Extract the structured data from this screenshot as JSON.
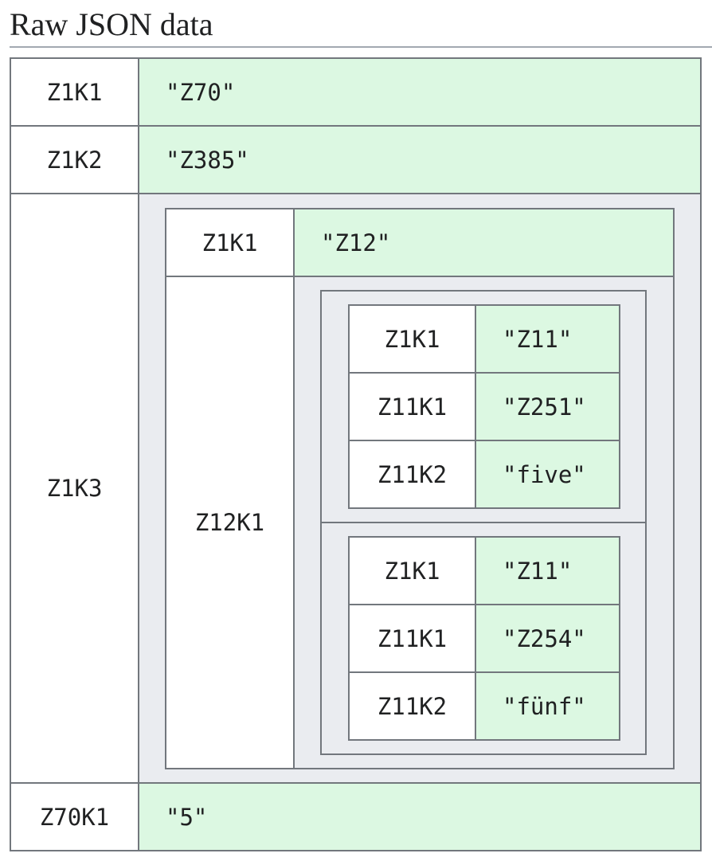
{
  "title": "Raw JSON data",
  "root": [
    {
      "key": "Z1K1",
      "value": "\"Z70\""
    },
    {
      "key": "Z1K2",
      "value": "\"Z385\""
    },
    {
      "key": "Z1K3",
      "inner": [
        {
          "key": "Z1K1",
          "value": "\"Z12\""
        },
        {
          "key": "Z12K1",
          "list": [
            [
              {
                "key": "Z1K1",
                "value": "\"Z11\""
              },
              {
                "key": "Z11K1",
                "value": "\"Z251\""
              },
              {
                "key": "Z11K2",
                "value": "\"five\""
              }
            ],
            [
              {
                "key": "Z1K1",
                "value": "\"Z11\""
              },
              {
                "key": "Z11K1",
                "value": "\"Z254\""
              },
              {
                "key": "Z11K2",
                "value": "\"fünf\""
              }
            ]
          ]
        }
      ]
    },
    {
      "key": "Z70K1",
      "value": "\"5\""
    }
  ]
}
